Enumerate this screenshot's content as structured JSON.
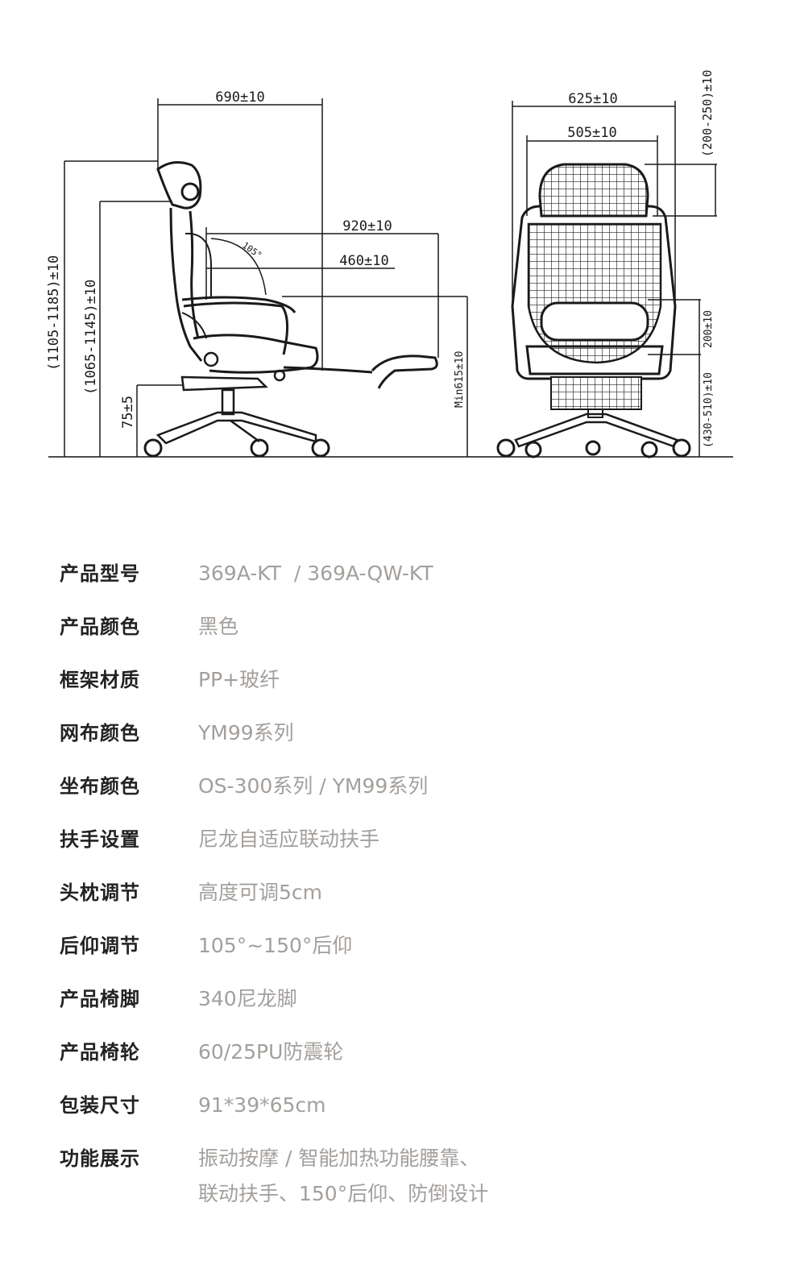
{
  "drawing": {
    "side_width": "690±10",
    "side_height_total": "(1105-1185)±10",
    "side_height_back": "(1065-1145)±10",
    "side_base_height": "75±5",
    "footrest_length": "920±10",
    "seat_depth": "460±10",
    "recline_angle": "105°",
    "seat_min_height": "Min615±10",
    "front_width": "625±10",
    "front_back_width": "505±10",
    "headrest_adjust": "(200-250)±10",
    "lumbar_height": "200±10",
    "seat_height_range": "(430-510)±10"
  },
  "specs": [
    {
      "label": "产品型号",
      "value": "369A-KT  / 369A-QW-KT"
    },
    {
      "label": "产品颜色",
      "value": "黑色"
    },
    {
      "label": "框架材质",
      "value": "PP+玻纤"
    },
    {
      "label": "网布颜色",
      "value": "YM99系列"
    },
    {
      "label": "坐布颜色",
      "value": "OS-300系列 / YM99系列"
    },
    {
      "label": "扶手设置",
      "value": "尼龙自适应联动扶手"
    },
    {
      "label": "头枕调节",
      "value": "高度可调5cm"
    },
    {
      "label": "后仰调节",
      "value": "105°~150°后仰"
    },
    {
      "label": "产品椅脚",
      "value": "340尼龙脚"
    },
    {
      "label": "产品椅轮",
      "value": "60/25PU防震轮"
    },
    {
      "label": "包装尺寸",
      "value": "91*39*65cm"
    },
    {
      "label": "功能展示",
      "value_line1": "振动按摩 / 智能加热功能腰靠、",
      "value_line2": "联动扶手、150°后仰、防倒设计"
    }
  ]
}
